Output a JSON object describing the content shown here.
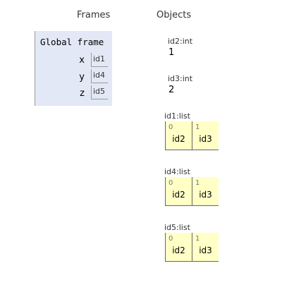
{
  "headers": {
    "frames": "Frames",
    "objects": "Objects"
  },
  "frame": {
    "title": "Global frame",
    "vars": [
      {
        "name": "x",
        "ref": "id1"
      },
      {
        "name": "y",
        "ref": "id4"
      },
      {
        "name": "z",
        "ref": "id5"
      }
    ]
  },
  "objects": {
    "id2": {
      "label": "id2:int",
      "value": "1"
    },
    "id3": {
      "label": "id3:int",
      "value": "2"
    },
    "id1": {
      "label": "id1:list",
      "items": [
        {
          "index": "0",
          "value": "id2"
        },
        {
          "index": "1",
          "value": "id3"
        }
      ]
    },
    "id4": {
      "label": "id4:list",
      "items": [
        {
          "index": "0",
          "value": "id2"
        },
        {
          "index": "1",
          "value": "id3"
        }
      ]
    },
    "id5": {
      "label": "id5:list",
      "items": [
        {
          "index": "0",
          "value": "id2"
        },
        {
          "index": "1",
          "value": "id3"
        }
      ]
    }
  },
  "colors": {
    "frame_bg": "#e2e8f5",
    "list_bg": "#ffffc6"
  }
}
